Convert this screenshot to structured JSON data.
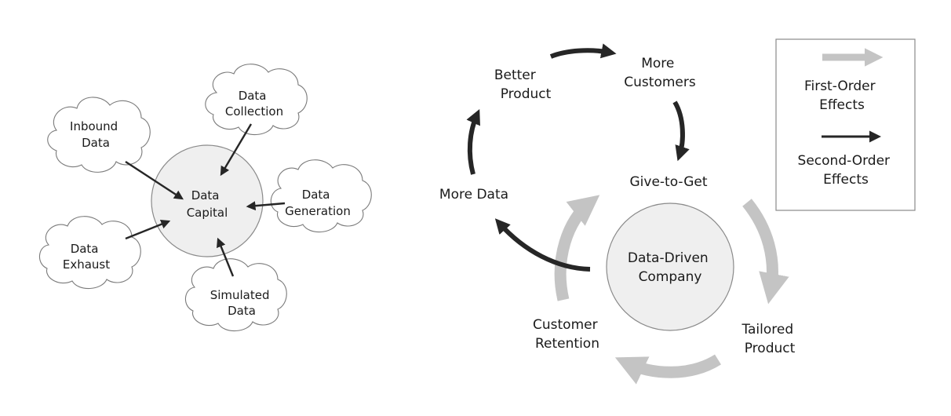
{
  "left_diagram": {
    "center": [
      "Data",
      "Capital"
    ],
    "sources": {
      "inbound": [
        "Inbound",
        "Data"
      ],
      "collection": [
        "Data",
        "Collection"
      ],
      "generation": [
        "Data",
        "Generation"
      ],
      "exhaust": [
        "Data",
        "Exhaust"
      ],
      "simulated": [
        "Simulated",
        "Data"
      ]
    }
  },
  "right_diagram": {
    "center": [
      "Data-Driven",
      "Company"
    ],
    "nodes": {
      "better_product": [
        "Better",
        "Product"
      ],
      "more_customers": [
        "More",
        "Customers"
      ],
      "give_to_get": "Give-to-Get",
      "more_data": "More Data",
      "tailored_product": [
        "Tailored",
        "Product"
      ],
      "customer_retention": [
        "Customer",
        "Retention"
      ]
    }
  },
  "legend": {
    "first_order": [
      "First-Order",
      "Effects"
    ],
    "second_order": [
      "Second-Order",
      "Effects"
    ]
  },
  "colors": {
    "first_order_arrow": "#c4c4c4",
    "second_order_arrow": "#262626",
    "circle_fill": "#efefef"
  }
}
